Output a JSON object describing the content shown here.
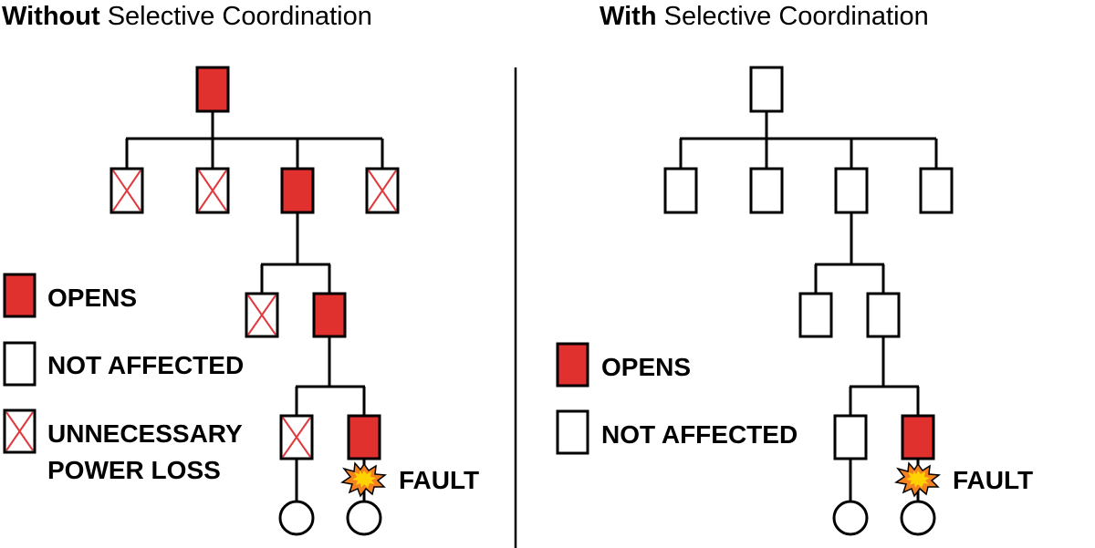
{
  "colors": {
    "opens": "#e0312f",
    "not_affected": "#ffffff",
    "unnecessary_x": "#e03a3e",
    "line": "#000000",
    "fault_outer": "#f58220",
    "fault_inner": "#ffd200"
  },
  "left_panel": {
    "title_bold": "Without",
    "title_rest": " Selective Coordination",
    "legend": {
      "opens": "OPENS",
      "not_affected": "NOT AFFECTED",
      "unnecessary_line1": "UNNECESSARY",
      "unnecessary_line2": "POWER LOSS"
    },
    "fault_label": "FAULT",
    "device_states": {
      "main": "opens",
      "feeder_1": "unnecessary",
      "feeder_2": "unnecessary",
      "feeder_3": "opens",
      "feeder_4": "unnecessary",
      "sub_1": "unnecessary",
      "sub_2": "opens",
      "branch_1": "unnecessary",
      "branch_2": "opens"
    }
  },
  "right_panel": {
    "title_bold": "With",
    "title_rest": " Selective Coordination",
    "legend": {
      "opens": "OPENS",
      "not_affected": "NOT AFFECTED"
    },
    "fault_label": "FAULT",
    "device_states": {
      "main": "not_affected",
      "feeder_1": "not_affected",
      "feeder_2": "not_affected",
      "feeder_3": "not_affected",
      "feeder_4": "not_affected",
      "sub_1": "not_affected",
      "sub_2": "not_affected",
      "branch_1": "not_affected",
      "branch_2": "opens"
    }
  }
}
